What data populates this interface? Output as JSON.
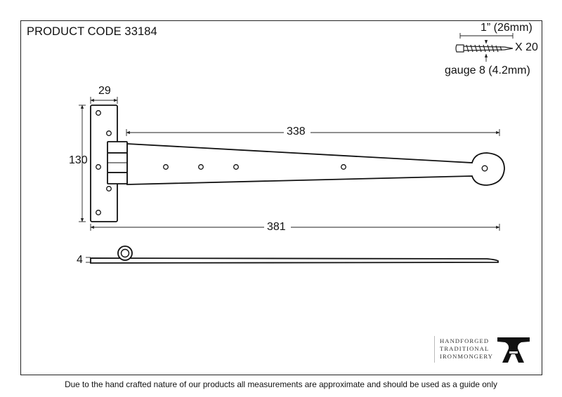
{
  "header": {
    "product_code": "PRODUCT CODE 33184"
  },
  "screw": {
    "length": "1” (26mm)",
    "quantity": "X 20",
    "gauge": "gauge 8 (4.2mm)"
  },
  "dimensions": {
    "plate_width": "29",
    "plate_height": "130",
    "strap_length": "338",
    "overall_length": "381",
    "thickness": "4"
  },
  "brand": {
    "line1": "HANDFORGED",
    "line2": "TRADITIONAL",
    "line3": "IRONMONGERY",
    "logo_icon": "anvil-logo-icon"
  },
  "footer": {
    "disclaimer": "Due to the hand crafted nature of our products all measurements are approximate and should be used as a guide only"
  }
}
